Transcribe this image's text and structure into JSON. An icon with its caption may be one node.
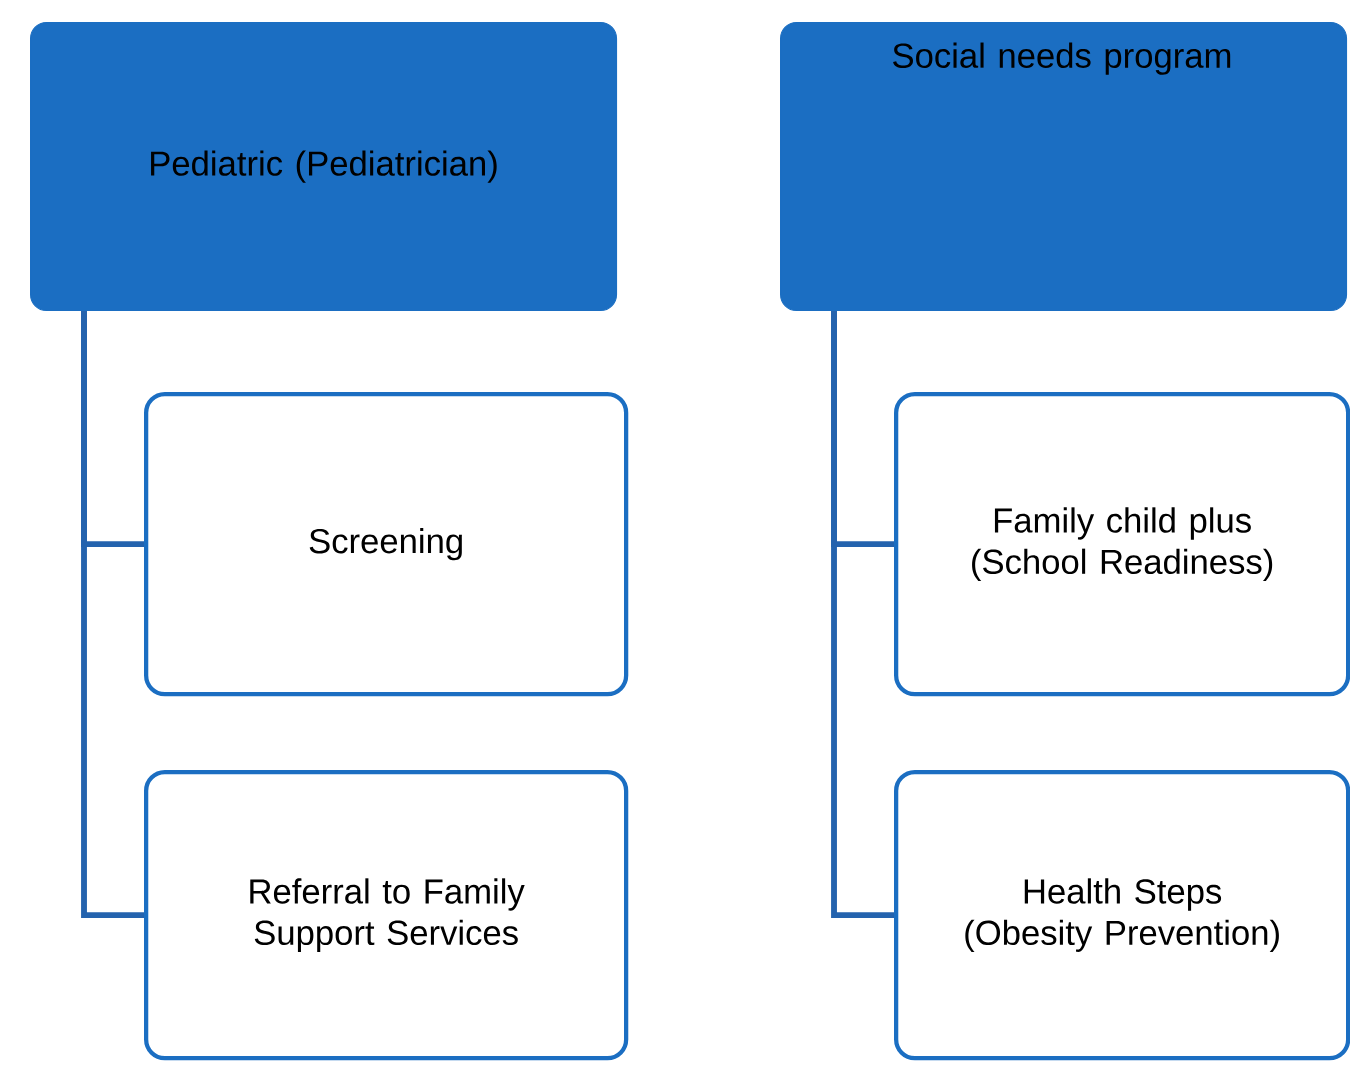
{
  "diagram": {
    "nodes": [
      {
        "text": [
          "Pediatric (Pediatrician)"
        ]
      },
      {
        "text": [
          "Screening"
        ]
      },
      {
        "text": [
          "Referral to Family Support Services"
        ]
      },
      {
        "text": [
          "Social needs program"
        ]
      },
      {
        "text": [
          "Family child plus (School Readiness)"
        ]
      },
      {
        "text": [
          "Health Steps (Obesity Prevention)"
        ]
      }
    ],
    "edges": [
      {
        "from": 0,
        "to": 1,
        "arrow": "none"
      },
      {
        "from": 0,
        "to": 2,
        "arrow": "none"
      },
      {
        "from": 3,
        "to": 4,
        "arrow": "none"
      },
      {
        "from": 3,
        "to": 5,
        "arrow": "none"
      }
    ]
  }
}
